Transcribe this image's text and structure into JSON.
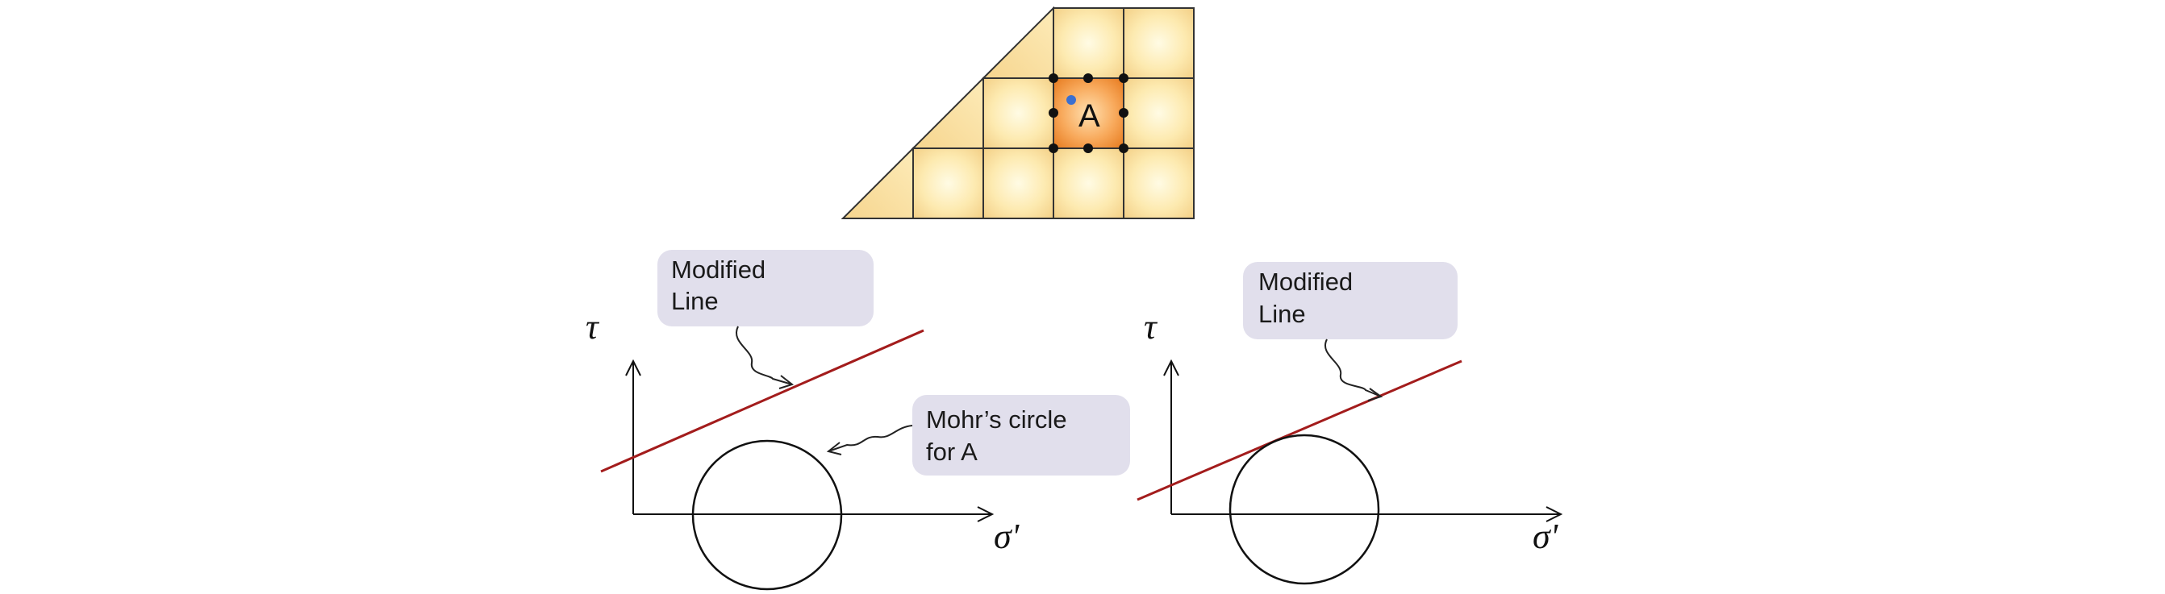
{
  "mesh": {
    "element_label": "A"
  },
  "left_panel": {
    "y_axis_label": "τ",
    "x_axis_label": "σ'",
    "callout_modified_line": [
      "Modified",
      "Line"
    ],
    "callout_mohr_circle": [
      "Mohr’s circle",
      "for A"
    ]
  },
  "right_panel": {
    "y_axis_label": "τ",
    "x_axis_label": "σ'",
    "callout_modified_line": [
      "Modified",
      "Line"
    ]
  },
  "colors": {
    "cell_fill_light": "#fff6cf",
    "cell_fill_edge": "#f6d58e",
    "element_a_center": "#ffd39a",
    "element_a_edge": "#ef8a2a",
    "failure_line": "#a31c1c",
    "callout_fill": "#e1dfec",
    "node_dot": "#111111",
    "point_dot": "#3a6fd0"
  }
}
